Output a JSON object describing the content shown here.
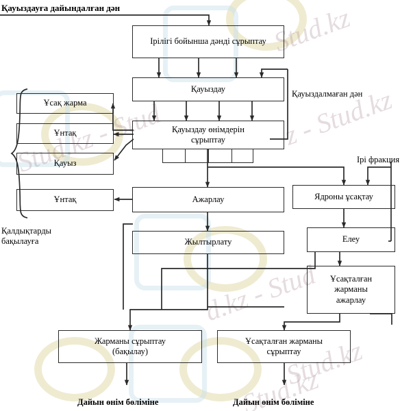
{
  "diagram": {
    "title_label": "Қауыздауға дайындалған дән",
    "side_labels": {
      "unhulled_grain": "Қауыздалмаған дән",
      "large_fraction": "Ірі фракция",
      "waste_control": "Қалдықтарды бақылауға"
    },
    "nodes": {
      "size_sorting": "Ірілігі бойынша дәнді сұрыптау",
      "hulling": "Қауыздау",
      "hulling_products_sorting_l1": "Қауыздау өнімдерін",
      "hulling_products_sorting_l2": "сұрыптау",
      "fine_groats": "Ұсақ жарма",
      "flour_1": "Ұнтақ",
      "husk": "Қауыз",
      "flour_2": "Ұнтақ",
      "polishing": "Ажарлау",
      "glazing": "Жылтырлату",
      "kernel_grinding": "Ядроны ұсақтау",
      "sieving": "Елеу",
      "ground_groats_polishing_l1": "Ұсақталған",
      "ground_groats_polishing_l2": "жарманы",
      "ground_groats_polishing_l3": "ажарлау",
      "groats_sorting_l1": "Жарманы сұрыптау",
      "groats_sorting_l2": "(бақылау)",
      "ground_groats_sorting_l1": "Ұсақталған жарманы",
      "ground_groats_sorting_l2": "сұрыптау"
    },
    "outputs": {
      "finished_left": "Дайын өнім бөліміне",
      "finished_right": "Дайын өнім бөліміне"
    },
    "watermarks": [
      "Stud.kz",
      "z - Stud.kz",
      "Stud.kz - Stud",
      "d.kz - Stud",
      "Stud.kz",
      "Stud.kz"
    ],
    "colors": {
      "stroke": "#2a2a2a",
      "text": "#000000",
      "background": "#ffffff"
    }
  }
}
